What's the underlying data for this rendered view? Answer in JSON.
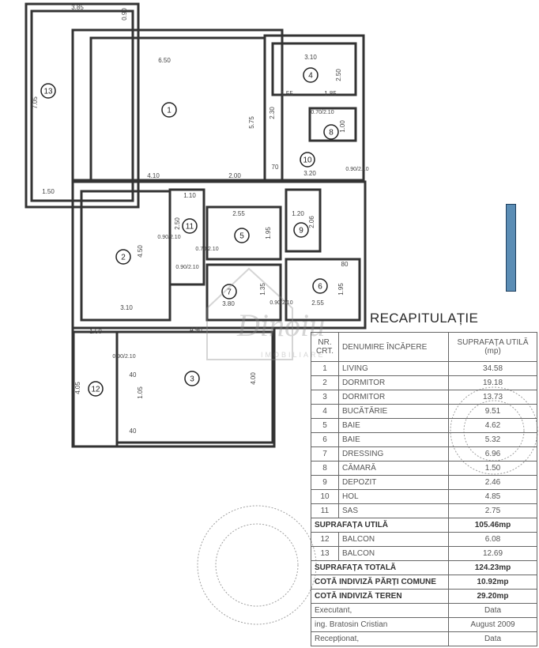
{
  "title": "RECAPITULAȚIE",
  "table": {
    "headers": [
      "NR. CRT.",
      "DENUMIRE ÎNCĂPERE",
      "SUPRAFAȚA UTILĂ (mp)"
    ],
    "rooms": [
      {
        "nr": "1",
        "name": "LIVING",
        "area": "34.58"
      },
      {
        "nr": "2",
        "name": "DORMITOR",
        "area": "19.18"
      },
      {
        "nr": "3",
        "name": "DORMITOR",
        "area": "13.73"
      },
      {
        "nr": "4",
        "name": "BUCĂTĂRIE",
        "area": "9.51"
      },
      {
        "nr": "5",
        "name": "BAIE",
        "area": "4.62"
      },
      {
        "nr": "6",
        "name": "BAIE",
        "area": "5.32"
      },
      {
        "nr": "7",
        "name": "DRESSING",
        "area": "6.96"
      },
      {
        "nr": "8",
        "name": "CĂMARĂ",
        "area": "1.50"
      },
      {
        "nr": "9",
        "name": "DEPOZIT",
        "area": "2.46"
      },
      {
        "nr": "10",
        "name": "HOL",
        "area": "4.85"
      },
      {
        "nr": "11",
        "name": "SAS",
        "area": "2.75"
      }
    ],
    "useful_total": {
      "label": "SUPRAFAȚA UTILĂ",
      "value": "105.46mp"
    },
    "balconies": [
      {
        "nr": "12",
        "name": "BALCON",
        "area": "6.08"
      },
      {
        "nr": "13",
        "name": "BALCON",
        "area": "12.69"
      }
    ],
    "total": {
      "label": "SUPRAFAȚA TOTALĂ",
      "value": "124.23mp"
    },
    "common": {
      "label": "COTĂ INDIVIZĂ PĂRȚI COMUNE",
      "value": "10.92mp"
    },
    "land": {
      "label": "COTĂ INDIVIZĂ TEREN",
      "value": "29.20mp"
    },
    "footer": [
      {
        "left": "Executant,",
        "right": "Data"
      },
      {
        "left": "ing. Bratosin Cristian",
        "right": "August 2009"
      },
      {
        "left": "Recepționat,",
        "right": "Data"
      }
    ]
  },
  "room_numbers": [
    "1",
    "2",
    "3",
    "4",
    "5",
    "6",
    "7",
    "8",
    "9",
    "10",
    "11",
    "12",
    "13"
  ],
  "dimensions": [
    "3.85",
    "0.90",
    "6.50",
    "3.10",
    "2.50",
    "1.55",
    "1.85",
    "0.70/2.10",
    "1.00",
    "2.30",
    "5.75",
    "7.05",
    "0.90/2.10",
    "3.20",
    "70",
    "4.10",
    "2.00",
    "1.50",
    "1.10",
    "2.50",
    "0.90/2.10",
    "0.70/2.10",
    "0.90/2.10",
    "2.55",
    "1.95",
    "1.20",
    "2.06",
    "80",
    "1.95",
    "2.55",
    "0.90/2.10",
    "3.80",
    "3.10",
    "4.50",
    "1.50",
    "4.90",
    "0.90/2.10",
    "4.05",
    "4.00",
    "1.05",
    "40",
    "40",
    "1.35"
  ],
  "watermark": {
    "name": "Dinoiu",
    "sub": "IMOBILIARE"
  },
  "colors": {
    "ink": "#333333",
    "marker": "#5b8db5"
  }
}
